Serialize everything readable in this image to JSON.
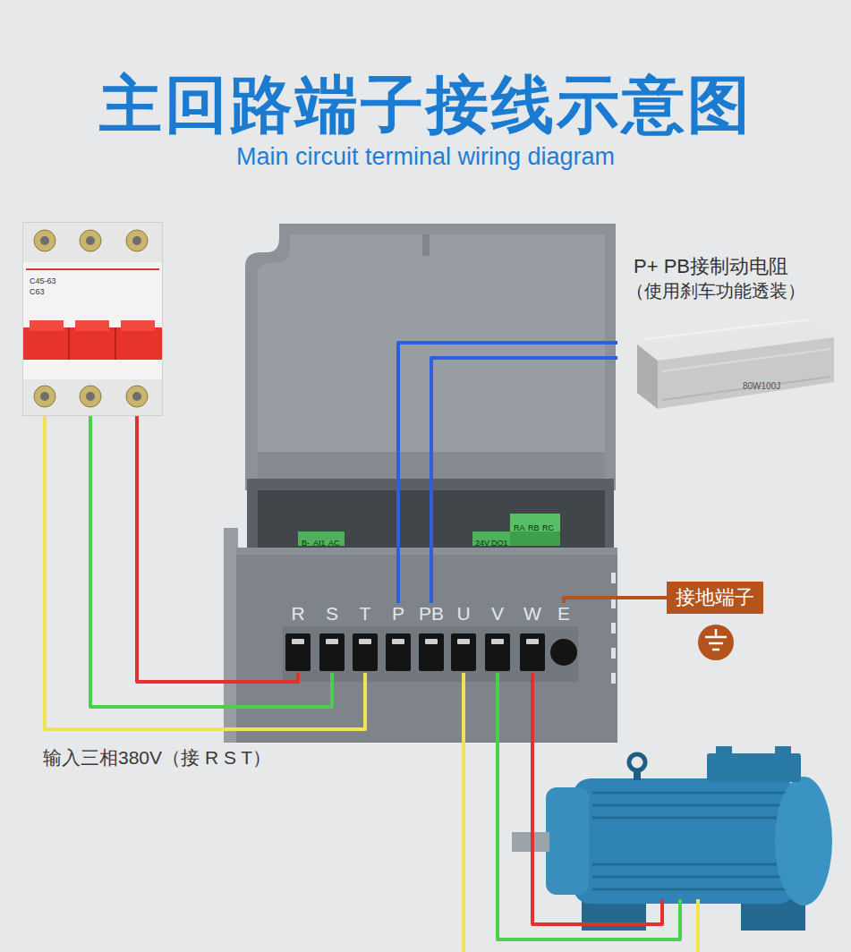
{
  "diagram": {
    "title": "主回路端子接线示意图",
    "nodes": [
      {
        "text": [
          "C45-63",
          "C63"
        ]
      },
      {
        "text": [
          "80W100J"
        ]
      },
      {
        "text": [
          "接地端子"
        ]
      },
      {
        "text": [
          "R"
        ]
      },
      {
        "text": [
          "S"
        ]
      },
      {
        "text": [
          "T"
        ]
      },
      {
        "text": [
          "P"
        ]
      },
      {
        "text": [
          "PB"
        ]
      },
      {
        "text": [
          "U"
        ]
      },
      {
        "text": [
          "V"
        ]
      },
      {
        "text": [
          "W"
        ]
      },
      {
        "text": [
          "E"
        ]
      }
    ],
    "edges": [
      {
        "from": 0,
        "to": 3,
        "arrow": "none"
      },
      {
        "from": 0,
        "to": 4,
        "arrow": "none"
      },
      {
        "from": 0,
        "to": 5,
        "arrow": "none"
      },
      {
        "from": 1,
        "to": 6,
        "arrow": "none"
      },
      {
        "from": 1,
        "to": 7,
        "arrow": "none"
      },
      {
        "from": 2,
        "to": 11,
        "arrow": "none"
      }
    ],
    "labels": [
      "Main circuit terminal wiring diagram",
      "输入三相380V（接 R S T）",
      "P+ PB接制动电阻",
      "（使用刹车功能透装）",
      "B-",
      "AI1",
      "AC",
      "24V",
      "DO1",
      "RA",
      "RB",
      "RC"
    ]
  }
}
